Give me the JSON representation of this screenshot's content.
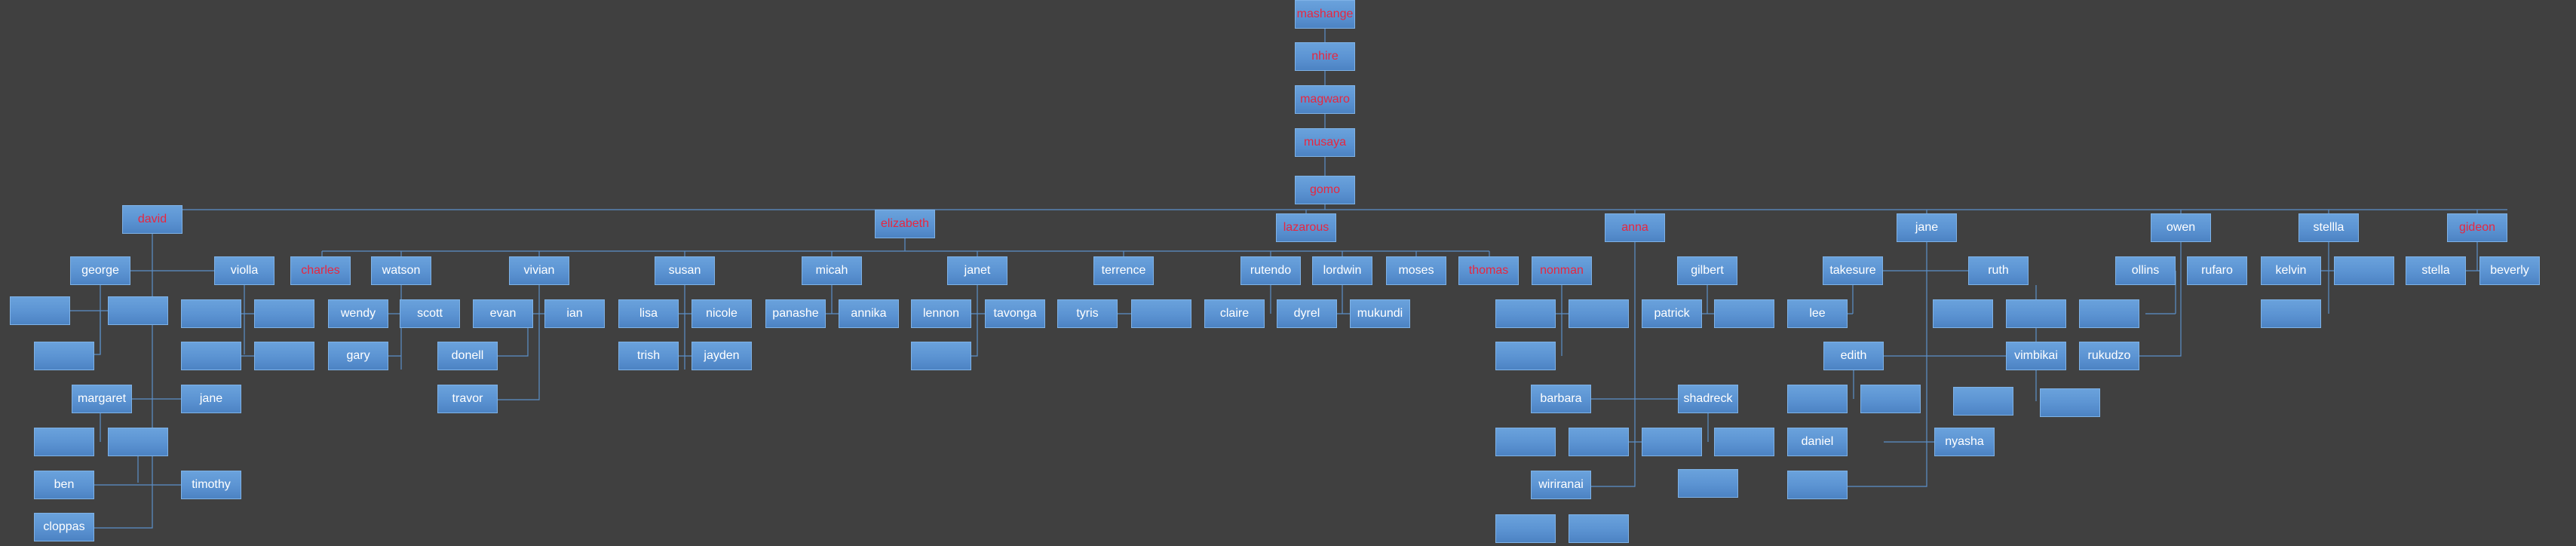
{
  "name_color_default": "#ffffff",
  "name_color_highlight": "#e8263f",
  "nodes": [
    {
      "id": "mashange",
      "label": "mashange",
      "red": true
    },
    {
      "id": "nhire",
      "label": "nhire",
      "red": true
    },
    {
      "id": "magwaro",
      "label": "magwaro",
      "red": true
    },
    {
      "id": "musaya",
      "label": "musaya",
      "red": true
    },
    {
      "id": "gomo",
      "label": "gomo",
      "red": true
    },
    {
      "id": "david",
      "label": "david",
      "red": true
    },
    {
      "id": "elizabeth",
      "label": "elizabeth",
      "red": true
    },
    {
      "id": "lazarous",
      "label": "lazarous",
      "red": true
    },
    {
      "id": "anna",
      "label": "anna",
      "red": true
    },
    {
      "id": "jane_top",
      "label": "jane",
      "red": false
    },
    {
      "id": "owen",
      "label": "owen",
      "red": false
    },
    {
      "id": "stellla",
      "label": "stellla",
      "red": false
    },
    {
      "id": "gideon",
      "label": "gideon",
      "red": true
    },
    {
      "id": "george",
      "label": "george",
      "red": false
    },
    {
      "id": "violla",
      "label": "violla",
      "red": false
    },
    {
      "id": "charles",
      "label": "charles",
      "red": true
    },
    {
      "id": "watson",
      "label": "watson",
      "red": false
    },
    {
      "id": "vivian",
      "label": "vivian",
      "red": false
    },
    {
      "id": "susan",
      "label": "susan",
      "red": false
    },
    {
      "id": "micah",
      "label": "micah",
      "red": false
    },
    {
      "id": "janet",
      "label": "janet",
      "red": false
    },
    {
      "id": "terrence",
      "label": "terrence",
      "red": false
    },
    {
      "id": "rutendo",
      "label": "rutendo",
      "red": false
    },
    {
      "id": "lordwin",
      "label": "lordwin",
      "red": false
    },
    {
      "id": "moses",
      "label": "moses",
      "red": false
    },
    {
      "id": "thomas",
      "label": "thomas",
      "red": true
    },
    {
      "id": "nonman",
      "label": "nonman",
      "red": true
    },
    {
      "id": "gilbert",
      "label": "gilbert",
      "red": false
    },
    {
      "id": "takesure",
      "label": "takesure",
      "red": false
    },
    {
      "id": "ruth",
      "label": "ruth",
      "red": false
    },
    {
      "id": "ollins",
      "label": "ollins",
      "red": false
    },
    {
      "id": "rufaro",
      "label": "rufaro",
      "red": false
    },
    {
      "id": "kelvin",
      "label": "kelvin",
      "red": false
    },
    {
      "id": "blank_kelvin_r",
      "label": "",
      "red": false
    },
    {
      "id": "stella",
      "label": "stella",
      "red": false
    },
    {
      "id": "beverly",
      "label": "beverly",
      "red": false
    },
    {
      "id": "blank_g1",
      "label": "",
      "red": false
    },
    {
      "id": "blank_g2",
      "label": "",
      "red": false
    },
    {
      "id": "blank_v1",
      "label": "",
      "red": false
    },
    {
      "id": "blank_v2",
      "label": "",
      "red": false
    },
    {
      "id": "wendy",
      "label": "wendy",
      "red": false
    },
    {
      "id": "scott",
      "label": "scott",
      "red": false
    },
    {
      "id": "evan",
      "label": "evan",
      "red": false
    },
    {
      "id": "ian",
      "label": "ian",
      "red": false
    },
    {
      "id": "lisa",
      "label": "lisa",
      "red": false
    },
    {
      "id": "nicole",
      "label": "nicole",
      "red": false
    },
    {
      "id": "panashe",
      "label": "panashe",
      "red": false
    },
    {
      "id": "annika",
      "label": "annika",
      "red": false
    },
    {
      "id": "lennon",
      "label": "lennon",
      "red": false
    },
    {
      "id": "tavonga",
      "label": "tavonga",
      "red": false
    },
    {
      "id": "tyris",
      "label": "tyris",
      "red": false
    },
    {
      "id": "blank_tyris_r",
      "label": "",
      "red": false
    },
    {
      "id": "claire",
      "label": "claire",
      "red": false
    },
    {
      "id": "dyrel",
      "label": "dyrel",
      "red": false
    },
    {
      "id": "mukundi",
      "label": "mukundi",
      "red": false
    },
    {
      "id": "blank_n1",
      "label": "",
      "red": false
    },
    {
      "id": "blank_n2",
      "label": "",
      "red": false
    },
    {
      "id": "patrick",
      "label": "patrick",
      "red": false
    },
    {
      "id": "blank_patrick_r",
      "label": "",
      "red": false
    },
    {
      "id": "lee",
      "label": "lee",
      "red": false
    },
    {
      "id": "blank_r1",
      "label": "",
      "red": false
    },
    {
      "id": "blank_r2",
      "label": "",
      "red": false
    },
    {
      "id": "blank_o1",
      "label": "",
      "red": false
    },
    {
      "id": "blank_g3",
      "label": "",
      "red": false
    },
    {
      "id": "blank_v3",
      "label": "",
      "red": false
    },
    {
      "id": "blank_v4",
      "label": "",
      "red": false
    },
    {
      "id": "gary",
      "label": "gary",
      "red": false
    },
    {
      "id": "donell",
      "label": "donell",
      "red": false
    },
    {
      "id": "trish",
      "label": "trish",
      "red": false
    },
    {
      "id": "jayden",
      "label": "jayden",
      "red": false
    },
    {
      "id": "blank_janet",
      "label": "",
      "red": false
    },
    {
      "id": "blank_n3",
      "label": "",
      "red": false
    },
    {
      "id": "edith",
      "label": "edith",
      "red": false
    },
    {
      "id": "vimbikai",
      "label": "vimbikai",
      "red": false
    },
    {
      "id": "rukudzo",
      "label": "rukudzo",
      "red": false
    },
    {
      "id": "blank_k2",
      "label": "",
      "red": false
    },
    {
      "id": "margaret",
      "label": "margaret",
      "red": false
    },
    {
      "id": "jane",
      "label": "jane",
      "red": false
    },
    {
      "id": "travor",
      "label": "travor",
      "red": false
    },
    {
      "id": "barbara",
      "label": "barbara",
      "red": false
    },
    {
      "id": "shadreck",
      "label": "shadreck",
      "red": false
    },
    {
      "id": "blank_e1",
      "label": "",
      "red": false
    },
    {
      "id": "blank_e2",
      "label": "",
      "red": false
    },
    {
      "id": "blank_vb1",
      "label": "",
      "red": false
    },
    {
      "id": "blank_vb2",
      "label": "",
      "red": false
    },
    {
      "id": "blank_m1",
      "label": "",
      "red": false
    },
    {
      "id": "blank_m2",
      "label": "",
      "red": false
    },
    {
      "id": "blank_b1",
      "label": "",
      "red": false
    },
    {
      "id": "blank_b2",
      "label": "",
      "red": false
    },
    {
      "id": "blank_s1",
      "label": "",
      "red": false
    },
    {
      "id": "blank_s2",
      "label": "",
      "red": false
    },
    {
      "id": "daniel",
      "label": "daniel",
      "red": false
    },
    {
      "id": "nyasha",
      "label": "nyasha",
      "red": false
    },
    {
      "id": "ben",
      "label": "ben",
      "red": false
    },
    {
      "id": "timothy",
      "label": "timothy",
      "red": false
    },
    {
      "id": "wiriranai",
      "label": "wiriranai",
      "red": false
    },
    {
      "id": "blank_w_r",
      "label": "",
      "red": false
    },
    {
      "id": "blank_daniel_b",
      "label": "",
      "red": false
    },
    {
      "id": "cloppas",
      "label": "cloppas",
      "red": false
    },
    {
      "id": "blank_w1",
      "label": "",
      "red": false
    },
    {
      "id": "blank_w2",
      "label": "",
      "red": false
    }
  ]
}
